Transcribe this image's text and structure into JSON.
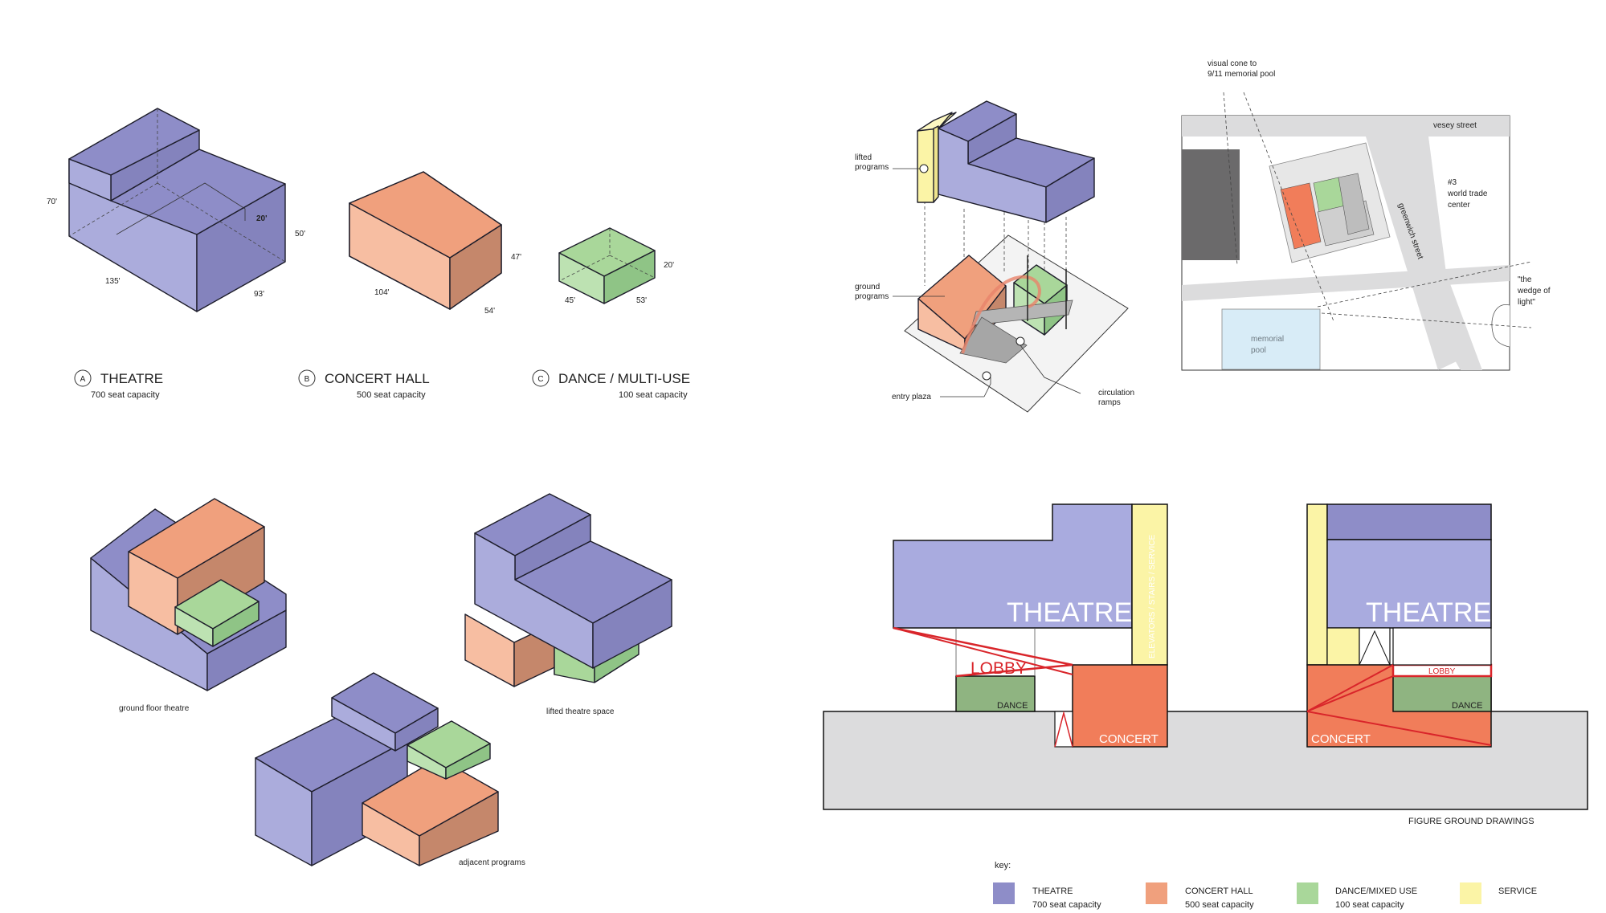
{
  "colors": {
    "theatre_top": "#8e8dc8",
    "theatre_left": "#abacdc",
    "theatre_right": "#8483bd",
    "concert_top": "#f0a07d",
    "concert_left": "#f7bea2",
    "concert_right": "#c5876b",
    "dance_top": "#a9d79a",
    "dance_left": "#bde2b2",
    "dance_right": "#8fc486",
    "service": "#fbf4a6",
    "theatre_flat": "#a9abdf",
    "concert_flat": "#f17d5a",
    "dance_flat": "#8fb481",
    "ground_grey": "#dcdcdd",
    "lobby_red": "#d9252a",
    "pool_blue": "#d8ecf7"
  },
  "volumes": {
    "theatre": {
      "letter": "A",
      "title": "THEATRE",
      "capacity": "700 seat capacity",
      "dims": {
        "height": "70'",
        "inner_height": "20'",
        "right_height": "50'",
        "length": "135'",
        "depth": "93'"
      }
    },
    "concert": {
      "letter": "B",
      "title": "CONCERT HALL",
      "capacity": "500 seat capacity",
      "dims": {
        "height": "47'",
        "length": "104'",
        "depth": "54'"
      }
    },
    "dance": {
      "letter": "C",
      "title": "DANCE / MULTI-USE",
      "capacity": "100 seat capacity",
      "dims": {
        "height": "20'",
        "length": "45'",
        "depth": "53'"
      }
    }
  },
  "diagram": {
    "lifted_programs": "lifted\nprograms",
    "ground_programs": "ground\nprograms",
    "entry_plaza": "entry plaza",
    "circulation_ramps": "circulation\nramps"
  },
  "site": {
    "visual_cone": "visual cone to\n9/11 memorial pool",
    "vesey_street": "vesey street",
    "greenwich_street": "greenwich street",
    "wtc": "#3\nworld trade\ncenter",
    "wedge": "\"the\nwedge of\nlight\"",
    "memorial_pool": "memorial\npool"
  },
  "options": {
    "ground_floor": "ground floor theatre",
    "lifted": "lifted theatre space",
    "adjacent": "adjacent programs"
  },
  "figure_ground": {
    "title": "FIGURE GROUND DRAWINGS",
    "theatre": "THEATRE",
    "lobby": "LOBBY",
    "dance": "DANCE",
    "concert": "CONCERT",
    "service_vertical": "ELEVATORS / STAIRS / SERVICE"
  },
  "key": {
    "title": "key:",
    "items": [
      {
        "label": "THEATRE",
        "sub": "700 seat capacity",
        "color": "#8e8dc8"
      },
      {
        "label": "CONCERT HALL",
        "sub": "500 seat capacity",
        "color": "#f0a07d"
      },
      {
        "label": "DANCE/MIXED USE",
        "sub": "100 seat capacity",
        "color": "#a9d79a"
      },
      {
        "label": "SERVICE",
        "sub": "",
        "color": "#fbf4a6"
      }
    ]
  }
}
